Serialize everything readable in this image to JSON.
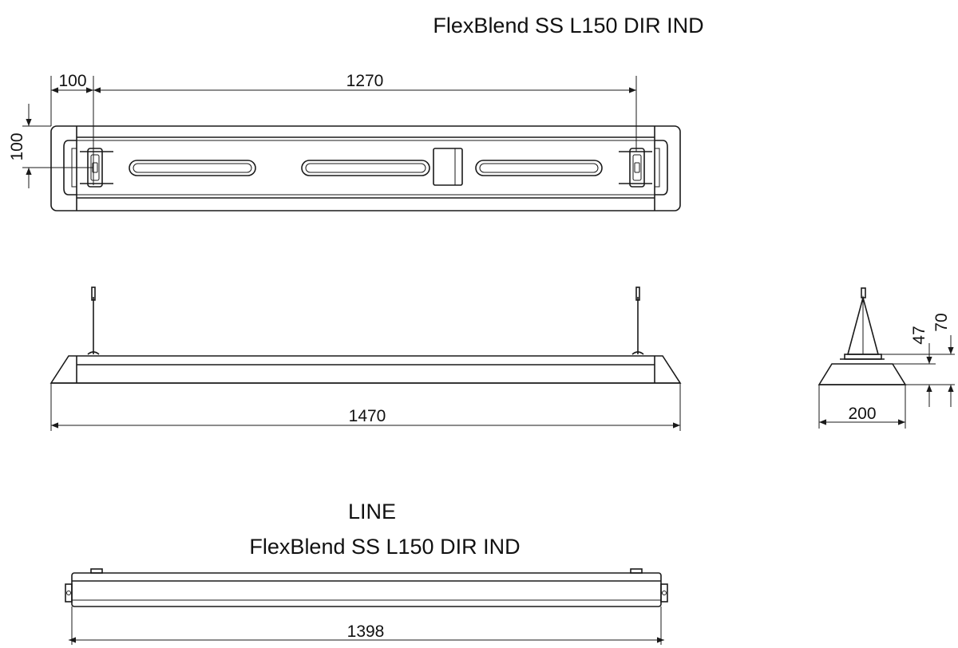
{
  "drawing": {
    "title_top": "FlexBlend SS L150 DIR IND",
    "line_label": "LINE",
    "title_bottom": "FlexBlend SS L150 DIR IND"
  },
  "dimensions": {
    "top_offset": "100",
    "top_span": "1270",
    "top_height": "100",
    "front_length": "1470",
    "side_width": "200",
    "side_h1": "47",
    "side_h2": "70",
    "line_length": "1398"
  }
}
